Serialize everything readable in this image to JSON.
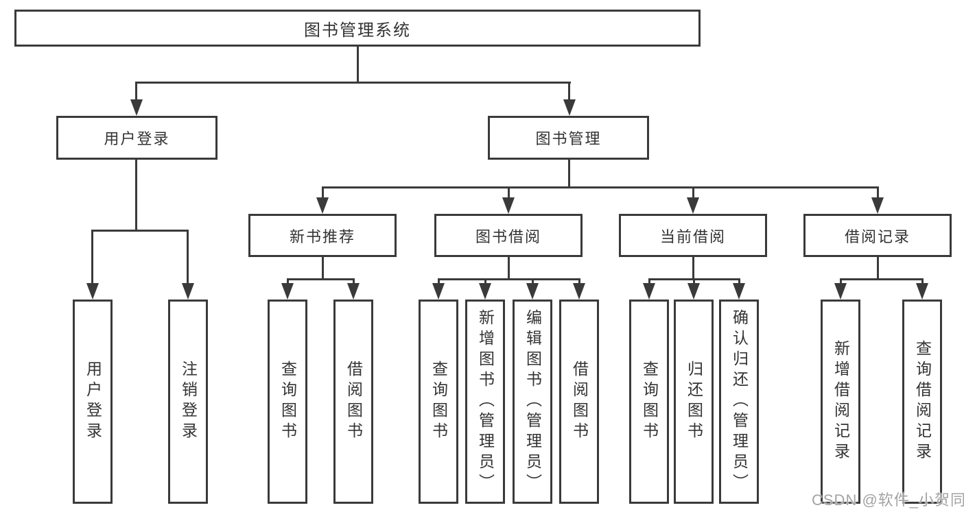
{
  "diagram": {
    "title": "图书管理系统",
    "branches": [
      {
        "label": "用户登录",
        "leaves": [
          "用户登录",
          "注销登录"
        ]
      },
      {
        "label": "图书管理",
        "groups": [
          {
            "label": "新书推荐",
            "leaves": [
              "查询图书",
              "借阅图书"
            ]
          },
          {
            "label": "图书借阅",
            "leaves": [
              "查询图书",
              "新增图书（管理员）",
              "编辑图书（管理员）",
              "借阅图书"
            ]
          },
          {
            "label": "当前借阅",
            "leaves": [
              "查询图书",
              "归还图书",
              "确认归还（管理员）"
            ]
          },
          {
            "label": "借阅记录",
            "leaves": [
              "新增借阅记录",
              "查询借阅记录"
            ]
          }
        ]
      }
    ]
  },
  "watermark": {
    "text": "CSDN @软件_小贺同学"
  },
  "colors": {
    "line": "#3a3a3a",
    "text": "#333333",
    "watermark": "#a3a3a3",
    "background": "#ffffff"
  }
}
